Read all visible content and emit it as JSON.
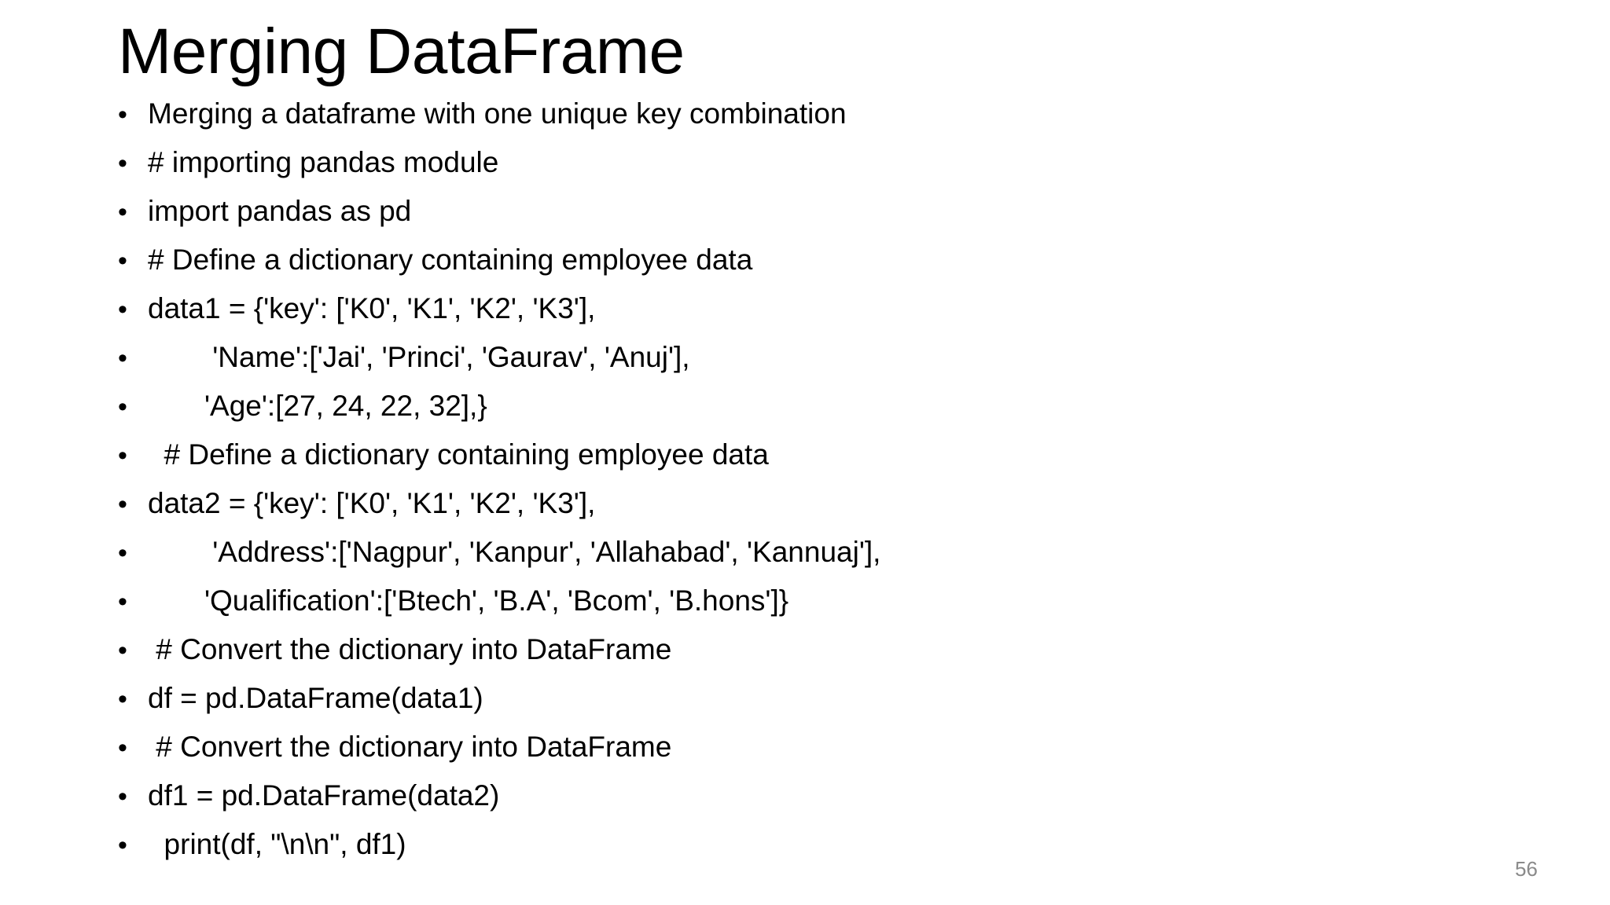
{
  "slide": {
    "title": "Merging DataFrame",
    "background_color": "#ffffff",
    "text_color": "#000000",
    "slide_number": "56",
    "slide_number_color": "#8a8a8a",
    "bullet_glyph": "•",
    "bullets": [
      {
        "text": "Merging a dataframe with one unique key combination"
      },
      {
        "text": "# importing pandas module"
      },
      {
        "text": "import pandas as pd"
      },
      {
        "text": "# Define a dictionary containing employee data"
      },
      {
        "text": "data1 = {'key': ['K0', 'K1', 'K2', 'K3'],"
      },
      {
        "text": "        'Name':['Jai', 'Princi', 'Gaurav', 'Anuj'],"
      },
      {
        "text": "       'Age':[27, 24, 22, 32],}"
      },
      {
        "text": "  # Define a dictionary containing employee data"
      },
      {
        "text": "data2 = {'key': ['K0', 'K1', 'K2', 'K3'],"
      },
      {
        "text": "        'Address':['Nagpur', 'Kanpur', 'Allahabad', 'Kannuaj'],"
      },
      {
        "text": "       'Qualification':['Btech', 'B.A', 'Bcom', 'B.hons']}"
      },
      {
        "text": " # Convert the dictionary into DataFrame"
      },
      {
        "text": "df = pd.DataFrame(data1)"
      },
      {
        "text": " # Convert the dictionary into DataFrame"
      },
      {
        "text": "df1 = pd.DataFrame(data2)"
      },
      {
        "text": "  print(df, \"\\n\\n\", df1)"
      }
    ]
  }
}
